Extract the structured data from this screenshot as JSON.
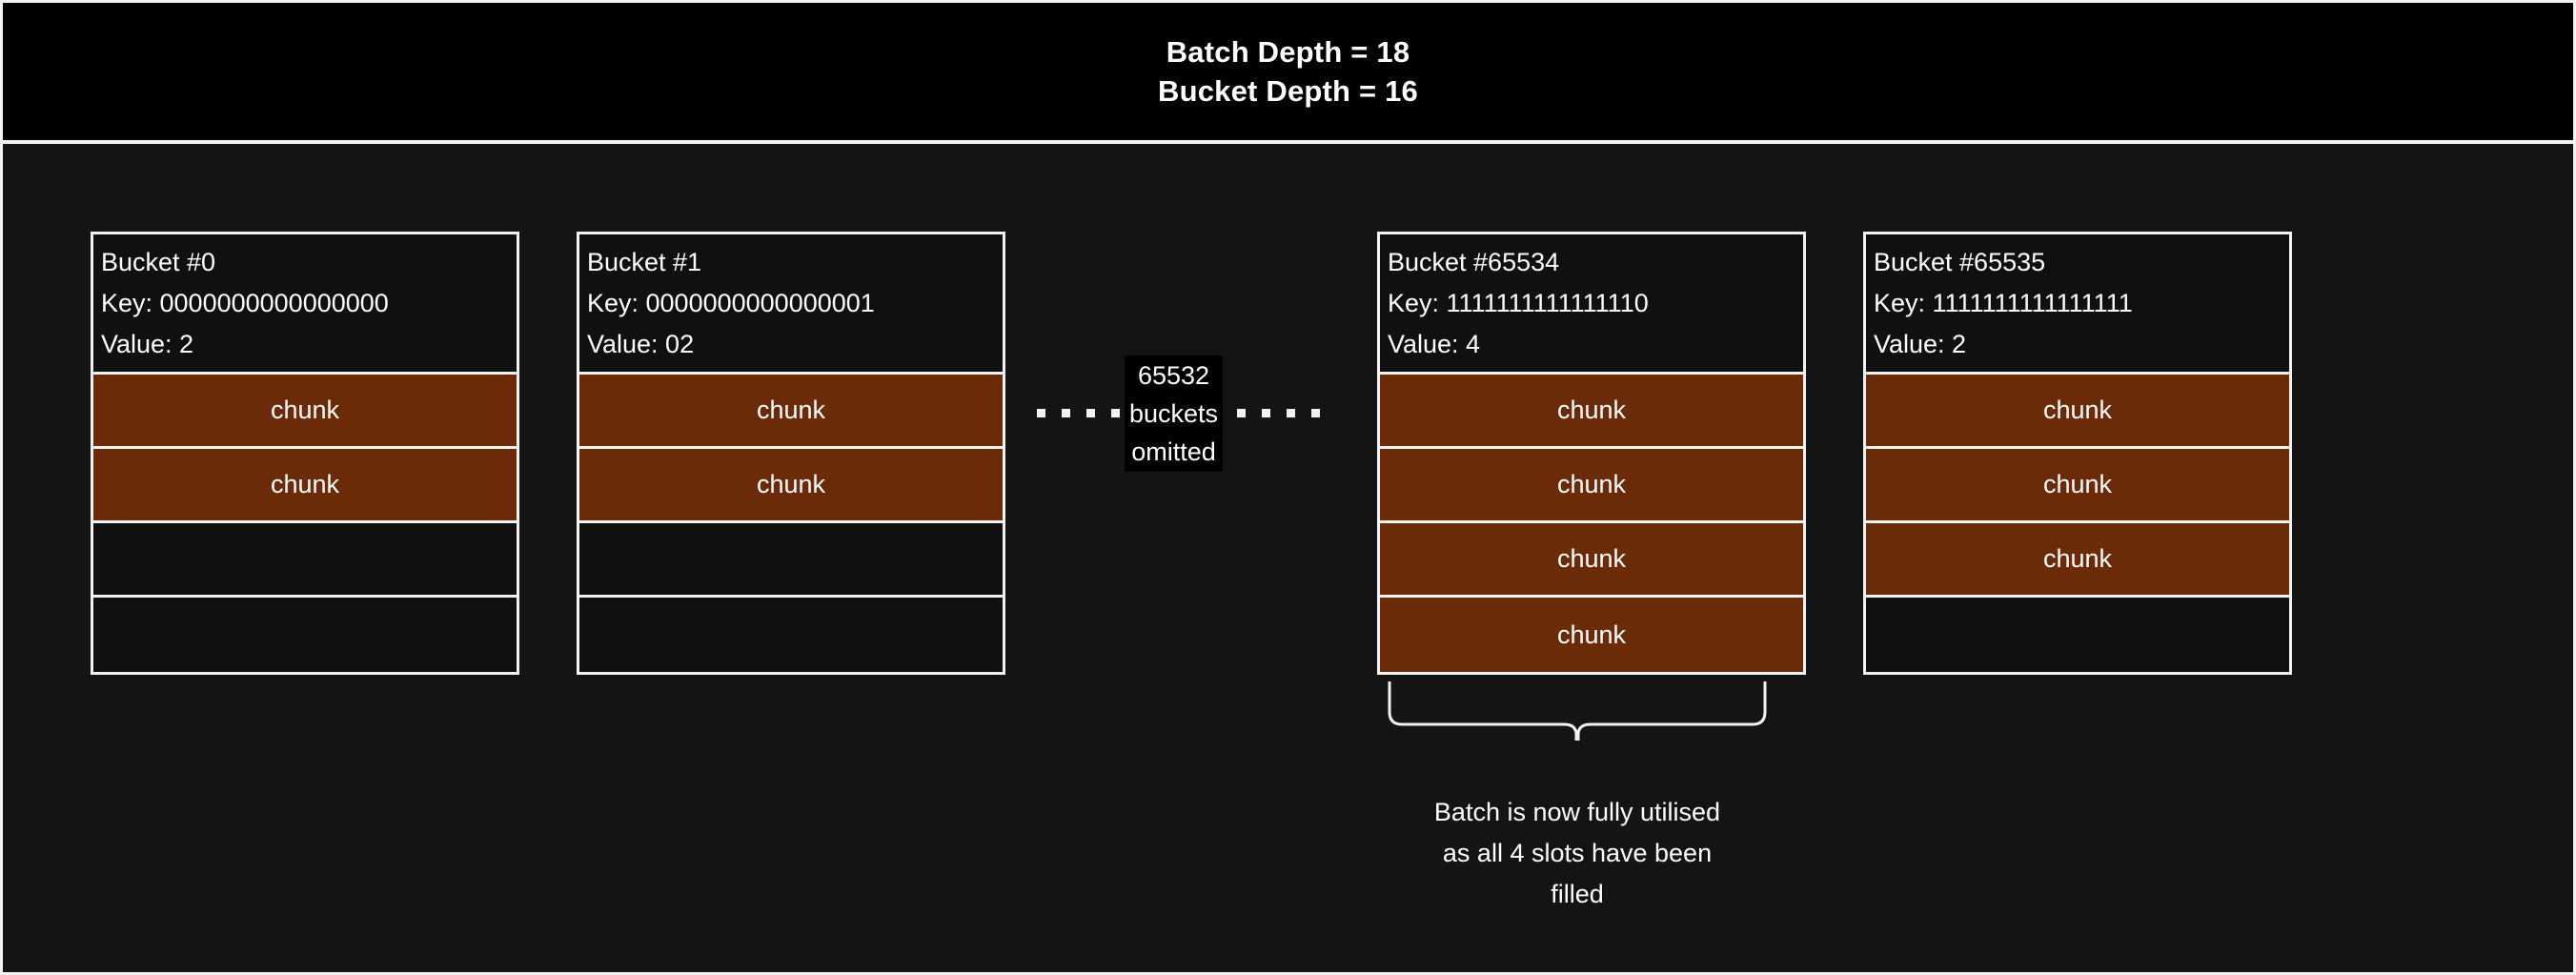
{
  "header": {
    "line1": "Batch Depth = 18",
    "line2": "Bucket Depth = 16"
  },
  "buckets": [
    {
      "title": "Bucket #0",
      "key_line": "Key: 0000000000000000",
      "value_line": "Value: 2",
      "slots": [
        {
          "label": "chunk",
          "filled": true
        },
        {
          "label": "chunk",
          "filled": true
        },
        {
          "label": "",
          "filled": false
        },
        {
          "label": "",
          "filled": false
        }
      ]
    },
    {
      "title": "Bucket #1",
      "key_line": "Key: 0000000000000001",
      "value_line": "Value: 02",
      "slots": [
        {
          "label": "chunk",
          "filled": true
        },
        {
          "label": "chunk",
          "filled": true
        },
        {
          "label": "",
          "filled": false
        },
        {
          "label": "",
          "filled": false
        }
      ]
    },
    {
      "title": "Bucket #65534",
      "key_line": "Key: 1111111111111110",
      "value_line": "Value: 4",
      "slots": [
        {
          "label": "chunk",
          "filled": true
        },
        {
          "label": "chunk",
          "filled": true
        },
        {
          "label": "chunk",
          "filled": true
        },
        {
          "label": "chunk",
          "filled": true
        }
      ]
    },
    {
      "title": "Bucket #65535",
      "key_line": "Key: 1111111111111111",
      "value_line": "Value: 2",
      "slots": [
        {
          "label": "chunk",
          "filled": true
        },
        {
          "label": "chunk",
          "filled": true
        },
        {
          "label": "chunk",
          "filled": true
        },
        {
          "label": "",
          "filled": false
        }
      ]
    }
  ],
  "omitted": {
    "line1": "65532",
    "line2": "buckets",
    "line3": "omitted"
  },
  "caption": {
    "line1": "Batch is now fully utilised",
    "line2": "as all 4 slots have been",
    "line3": "filled"
  },
  "colors": {
    "background": "#141414",
    "header_background": "#000000",
    "border": "#f2f2f2",
    "chunk_fill": "#6b2a08",
    "text": "#ffffff"
  }
}
